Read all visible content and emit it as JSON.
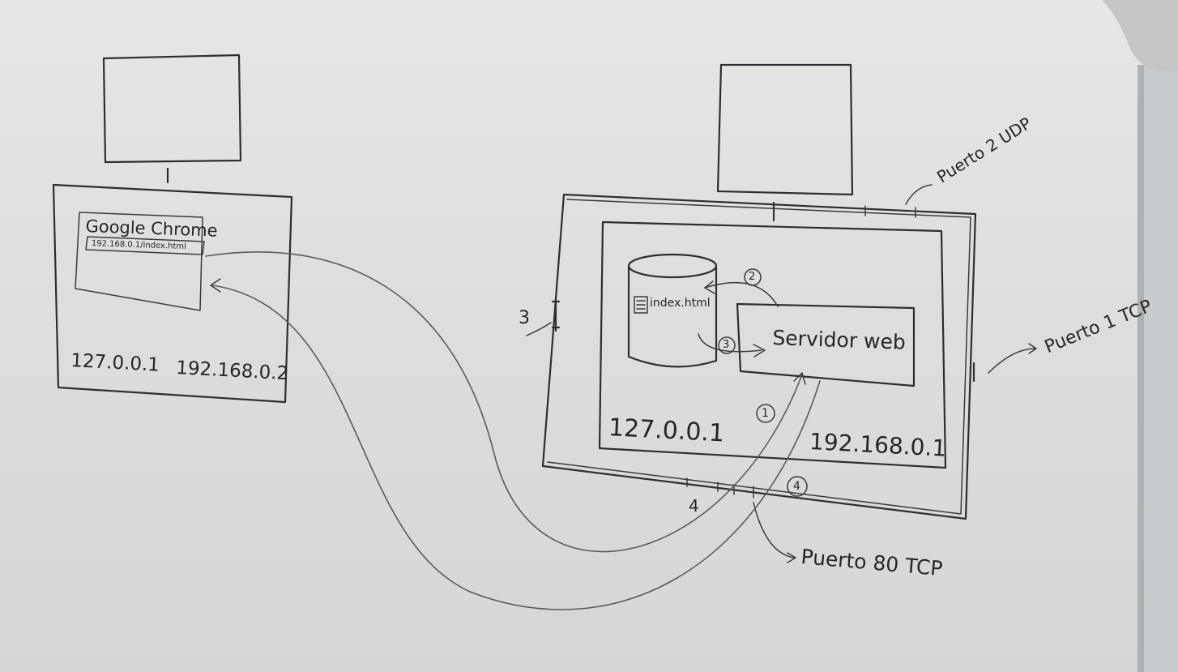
{
  "client": {
    "browser_title": "Google Chrome",
    "url": "192.168.0.1/index.html",
    "ip_loopback": "127.0.0.1",
    "ip_lan": "192.168.0.2"
  },
  "server": {
    "file_label": "index.html",
    "web_server_label": "Servidor web",
    "ip_loopback": "127.0.0.1",
    "ip_lan": "192.168.0.1",
    "step_1": "1",
    "step_2": "2",
    "step_3": "3",
    "step_4": "4"
  },
  "ports": {
    "udp_port": "Puerto 2 UDP",
    "tcp_port_1": "Puerto 1 TCP",
    "tcp_port_80": "Puerto 80 TCP",
    "left_port_number": "3",
    "bottom_port_number": "4"
  },
  "colors": {
    "board": "#e0e1df",
    "ink": "#2e2e30",
    "frame": "#bfc2c4"
  }
}
